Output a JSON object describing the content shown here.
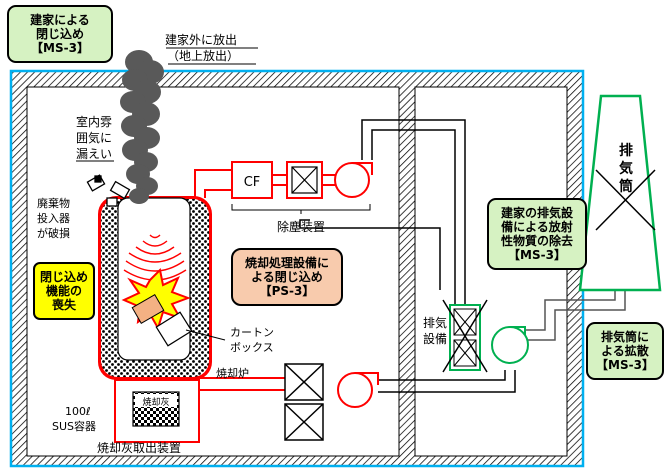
{
  "labels": {
    "release_outside": "建家外に放出",
    "ground_release": "（地上放出）",
    "indoor_leak": [
      "室内雰",
      "囲気に",
      "漏えい"
    ],
    "feeder_broken": [
      "廃棄物",
      "投入器",
      "が破損"
    ],
    "cf": "CF",
    "dust_removal": "除塵装置",
    "carton_box": [
      "カートン",
      "ボックス"
    ],
    "incinerator": "焼却炉",
    "ash_label": "焼却灰",
    "sus_container": [
      "100ℓ",
      "SUS容器"
    ],
    "ash_removal": "焼却灰取出装置",
    "exhaust_equipment": [
      "排気",
      "設備"
    ],
    "stack": [
      "排",
      "気",
      "筒"
    ]
  },
  "callouts": {
    "ms3_building": "建家による\n閉じ込め\n【MS-3】",
    "ps3_incinerator": "焼却処理設備に\nよる閉じ込め\n【PS-3】",
    "loss_of_confinement": "閉じ込め\n機能の\n喪失",
    "ms3_exhaust": "建家の排気設\n備による放射\n性物質の除去\n【MS-3】",
    "ms3_stack": "排気筒に\nよる拡散\n【MS-3】"
  },
  "colors": {
    "building_wall": "#00b0f0",
    "incinerator_line": "#ff0000",
    "exhaust_line": "#00b050",
    "smoke": "#595959",
    "green_callout": "#d6f2c2",
    "yellow_callout": "#ffff00",
    "orange_callout": "#f8cbad"
  }
}
